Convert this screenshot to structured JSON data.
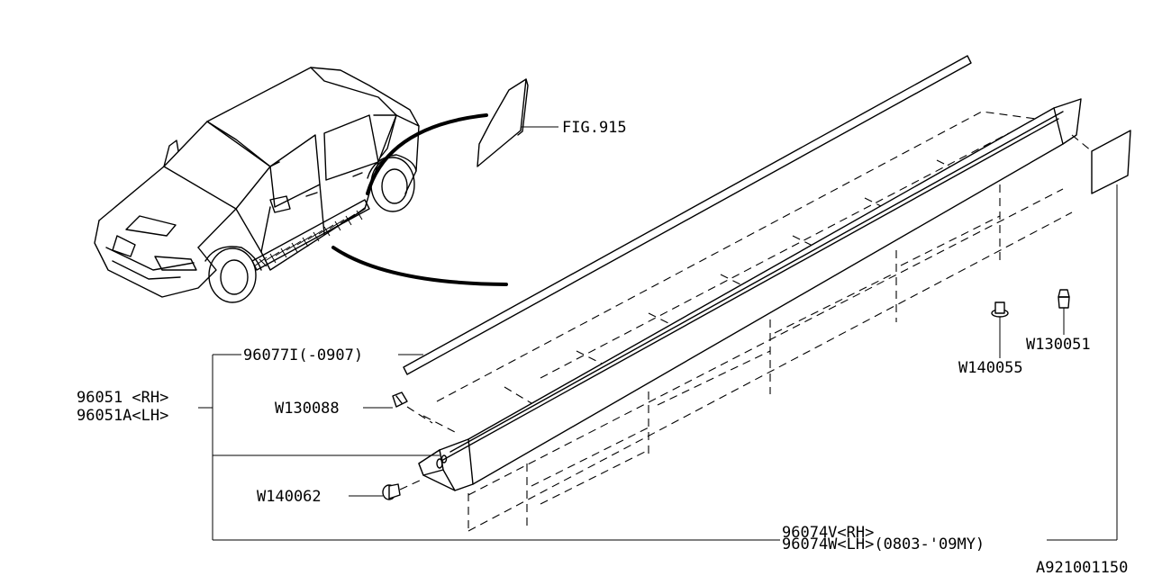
{
  "diagram": {
    "ref_figure": "FIG.915",
    "diagram_code": "A921001150",
    "callouts": {
      "molding": "96077I(-0907)",
      "side_sill_rh": "96051 <RH>",
      "side_sill_lh": "96051A<LH>",
      "clip_front": "W130088",
      "screw_front": "W140062",
      "fastener_rear": "W140055",
      "clip_rear": "W130051",
      "extension_rh": "96074V<RH>",
      "extension_lh": "96074W<LH>(0803-'09MY)"
    }
  }
}
